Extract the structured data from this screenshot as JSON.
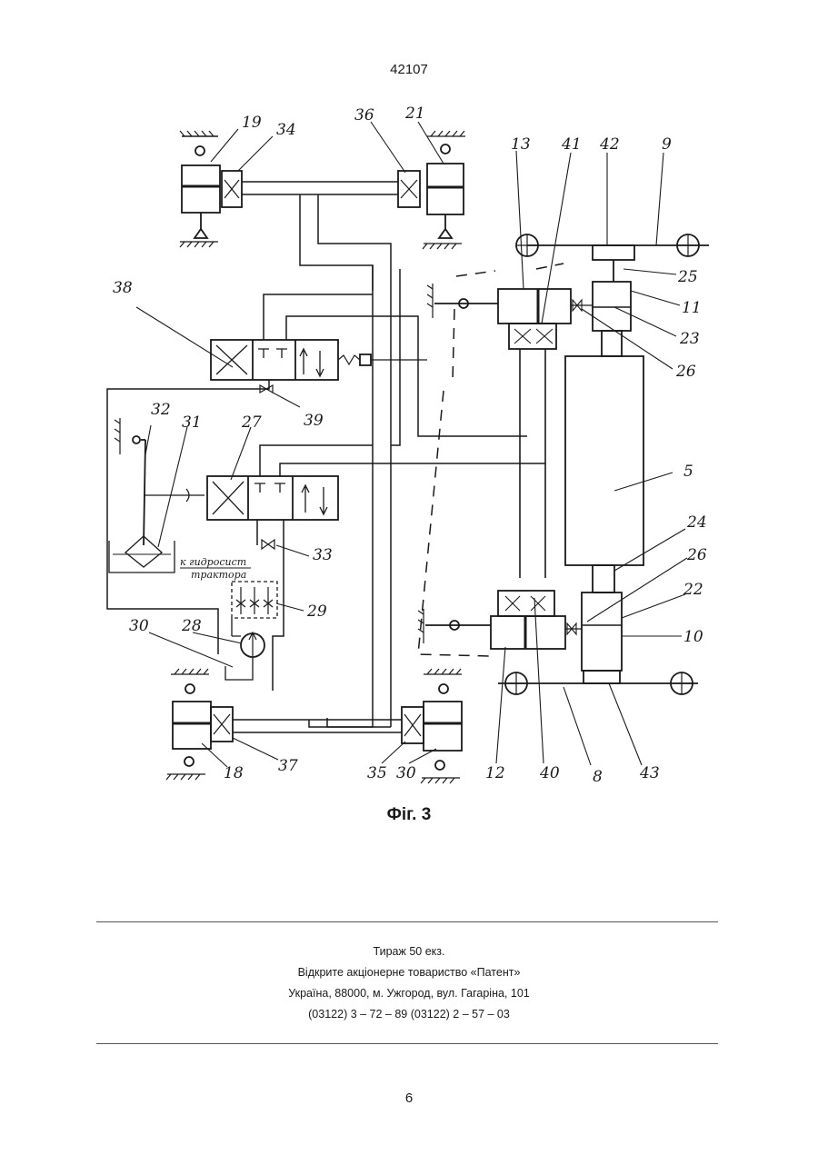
{
  "header": {
    "doc_number": "42107"
  },
  "figure": {
    "caption": "Фіг. 3",
    "labels": {
      "l19": "19",
      "l34": "34",
      "l36": "36",
      "l21": "21",
      "l13": "13",
      "l41": "41",
      "l42": "42",
      "l9": "9",
      "l25": "25",
      "l11": "11",
      "l23": "23",
      "l26a": "26",
      "l38": "38",
      "l39": "39",
      "l32": "32",
      "l31": "31",
      "l27": "27",
      "l5": "5",
      "l24": "24",
      "l26b": "26",
      "l22": "22",
      "l33": "33",
      "l29": "29",
      "l10": "10",
      "l30a": "30",
      "l28": "28",
      "l18": "18",
      "l37": "37",
      "l35": "35",
      "l30b": "30",
      "l12": "12",
      "l40": "40",
      "l8": "8",
      "l43": "43"
    },
    "note_line1": "к гидросист",
    "note_line2": "трактора"
  },
  "footer": {
    "line1": "Тираж 50 екз.",
    "line2": "Відкрите акціонерне товариство «Патент»",
    "line3": "Україна, 88000, м. Ужгород, вул. Гагаріна, 101",
    "line4": "(03122) 3 – 72 – 89   (03122) 2 – 57 – 03"
  },
  "page_number": "6"
}
